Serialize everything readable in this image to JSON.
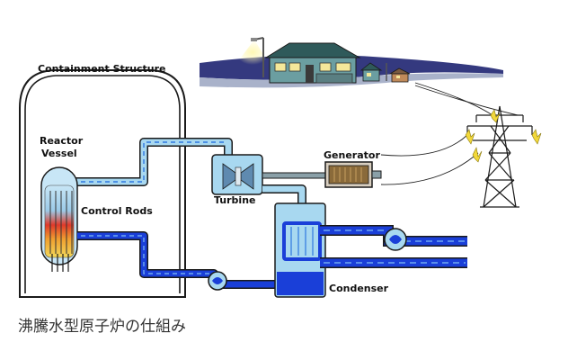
{
  "labels": {
    "containment": "Containment Structure",
    "reactor_vessel_line1": "Reactor",
    "reactor_vessel_line2": "Vessel",
    "control_rods": "Control Rods",
    "generator": "Generator",
    "turbine": "Turbine",
    "condenser": "Condenser"
  },
  "caption": "沸騰水型原子炉の仕組み",
  "colors": {
    "steam": "#a8d8f0",
    "water": "#1a3fd8",
    "dash": "#2f78e0",
    "outline": "#1a1a1a",
    "sky": "#3b3f8f",
    "ground": "#a6b0c8",
    "house": "#5f8a8f",
    "glow": "#f4e89a"
  }
}
